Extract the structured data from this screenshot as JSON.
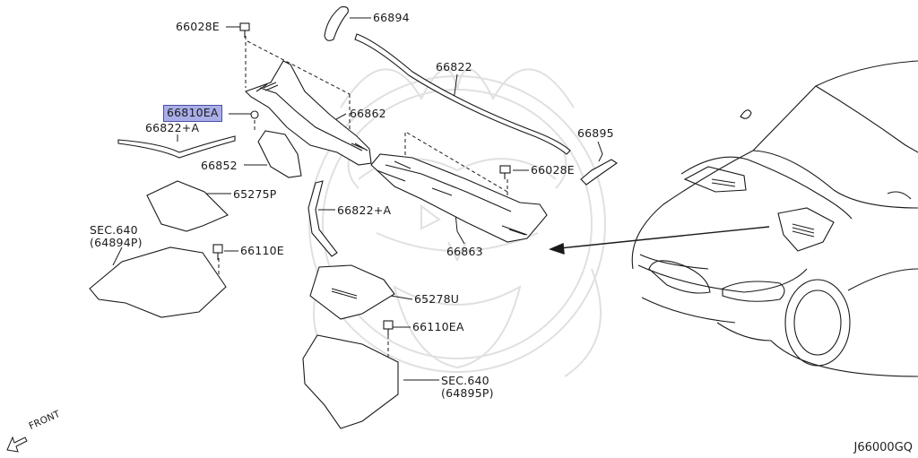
{
  "parts": [
    {
      "id": "p66028e_top",
      "label": "66028E"
    },
    {
      "id": "p66894",
      "label": "66894"
    },
    {
      "id": "p66822",
      "label": "66822"
    },
    {
      "id": "p66810ea",
      "label": "66810EA",
      "highlighted": true
    },
    {
      "id": "p66822a_left",
      "label": "66822+A"
    },
    {
      "id": "p66862",
      "label": "66862"
    },
    {
      "id": "p66895",
      "label": "66895"
    },
    {
      "id": "p66852",
      "label": "66852"
    },
    {
      "id": "p66028e_right",
      "label": "66028E"
    },
    {
      "id": "p65275p",
      "label": "65275P"
    },
    {
      "id": "p66822a_mid",
      "label": "66822+A"
    },
    {
      "id": "p66110e",
      "label": "66110E"
    },
    {
      "id": "p66863",
      "label": "66863"
    },
    {
      "id": "p65278u",
      "label": "65278U"
    },
    {
      "id": "p66110ea",
      "label": "66110EA"
    }
  ],
  "sec_refs": [
    {
      "id": "sec_left",
      "line1": "SEC.640",
      "line2": "(64894P)"
    },
    {
      "id": "sec_right",
      "line1": "SEC.640",
      "line2": "(64895P)"
    }
  ],
  "front_label": "FRONT",
  "diagram_id": "J66000GQ",
  "colors": {
    "line": "#1a1a1a",
    "highlight": "#a9aee8",
    "watermark": "#dedede"
  }
}
